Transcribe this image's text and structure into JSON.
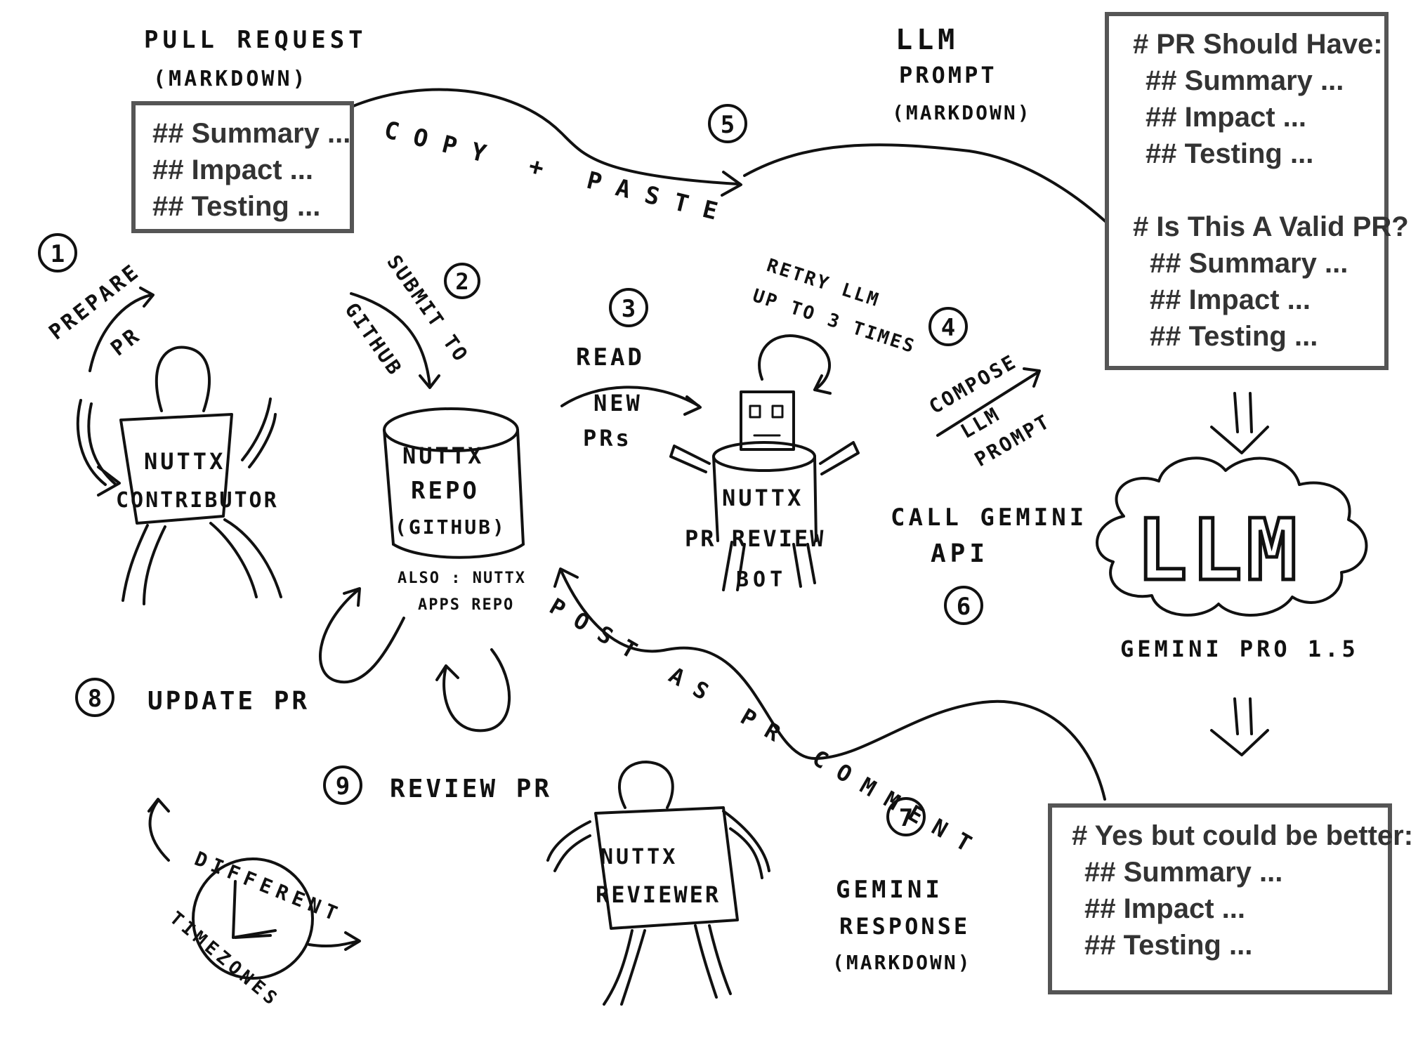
{
  "pull_request": {
    "caption_line1": "PULL REQUEST",
    "caption_line2": "(MARKDOWN)",
    "lines": [
      "## Summary ...",
      "## Impact ...",
      "## Testing ..."
    ]
  },
  "llm_prompt": {
    "caption_line1": "LLM",
    "caption_line2": "PROMPT",
    "caption_line3": "(MARKDOWN)",
    "heading1": "# PR Should Have:",
    "list1": [
      "## Summary ...",
      "## Impact ...",
      "## Testing ..."
    ],
    "heading2": "# Is This A Valid PR?",
    "list2": [
      "## Summary ...",
      "## Impact ...",
      "## Testing ..."
    ]
  },
  "gemini_response": {
    "caption_line1": "GEMINI",
    "caption_line2": "RESPONSE",
    "caption_line3": "(MARKDOWN)",
    "heading": "# Yes but could be better:",
    "lines": [
      "## Summary ...",
      "## Impact ...",
      "## Testing ..."
    ]
  },
  "steps": {
    "s1": {
      "num": "1",
      "label_line1": "PREPARE",
      "label_line2": "PR"
    },
    "s2": {
      "num": "2",
      "label_line1": "SUBMIT TO",
      "label_line2": "GITHUB"
    },
    "s3": {
      "num": "3",
      "label_line1": "READ",
      "label_line2": "NEW",
      "label_line3": "PRs"
    },
    "s4": {
      "num": "4",
      "label_line1": "COMPOSE",
      "label_line2": "LLM",
      "label_line3": "PROMPT"
    },
    "s5": {
      "num": "5",
      "label": "COPY + PASTE"
    },
    "s6": {
      "num": "6",
      "label_line1": "CALL GEMINI",
      "label_line2": "API"
    },
    "s7": {
      "num": "7",
      "label": "POST AS PR COMMENT"
    },
    "s8": {
      "num": "8",
      "label": "UPDATE PR"
    },
    "s9": {
      "num": "9",
      "label": "REVIEW PR"
    }
  },
  "actors": {
    "contributor": {
      "line1": "NUTTX",
      "line2": "CONTRIBUTOR"
    },
    "repo": {
      "line1": "NUTTX",
      "line2": "REPO",
      "line3": "(GITHUB)",
      "note_line1": "ALSO : NUTTX",
      "note_line2": "APPS REPO"
    },
    "bot": {
      "line1": "NUTTX",
      "line2": "PR REVIEW",
      "line3": "BOT",
      "retry_line1": "RETRY LLM",
      "retry_line2": "UP TO 3 TIMES"
    },
    "reviewer": {
      "line1": "NUTTX",
      "line2": "REVIEWER"
    },
    "llm": {
      "label": "LLM",
      "model": "GEMINI PRO 1.5"
    },
    "clock": {
      "label_line1": "DIFFERENT",
      "label_line2": "TIMEZONES"
    }
  }
}
